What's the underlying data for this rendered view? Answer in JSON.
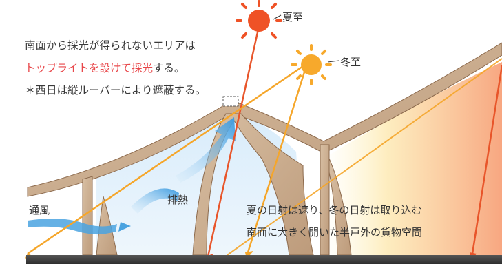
{
  "sun_labels": {
    "summer_solstice": "夏至",
    "winter_solstice": "冬至"
  },
  "note": {
    "line1": "南面から採光が得られないエリアは",
    "line2_highlight": "トップライトを設けて採光",
    "line2_rest": "する。",
    "line3": "＊西日は縦ルーバーにより遮蔽する。"
  },
  "labels": {
    "ventilation": "通風",
    "exhaust_heat": "排熱",
    "bottom_line1": "夏の日射は遮り、冬の日射は取り込む",
    "bottom_line2": "南面に大きく開いた半戸外の貨物空間"
  },
  "colors": {
    "summer_ray": "#e8552a",
    "winter_ray": "#f5a62a",
    "highlight_text": "#e8474a",
    "airflow": "#4aa3e0",
    "wood": "#c9a888",
    "ground": "#444444"
  },
  "icons": [
    "sun-icon",
    "sun-icon",
    "airflow-arrow-icon",
    "heat-arrow-icon"
  ]
}
